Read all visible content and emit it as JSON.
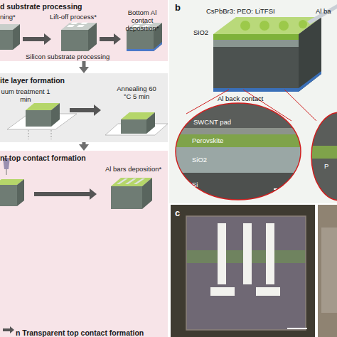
{
  "diagram": {
    "nodes": [
      {
        "text": [
          "d substrate processing",
          "ning*",
          "Lift-off process*",
          "Bottom Al contact deposition*",
          "Silicon substrate processing"
        ]
      },
      {
        "text": [
          "ite layer formation",
          "uum treatment 1 min",
          "Annealing 60 °C 5 min"
        ]
      },
      {
        "text": [
          "nt top contact formation",
          "Al bars deposition*",
          "n Transparent top contact formation"
        ]
      }
    ],
    "edges": [
      {
        "from": 0,
        "to": 1,
        "arrow": "to"
      },
      {
        "from": 1,
        "to": 2,
        "arrow": "to"
      }
    ],
    "labels": [
      "b",
      "CsPbBr3: PEO: LiTFSI",
      "Al ba",
      "SiO2",
      "Al back contact",
      "SWCNT pad",
      "Perovskite",
      "SiO2",
      "Si",
      "P",
      "c"
    ]
  }
}
